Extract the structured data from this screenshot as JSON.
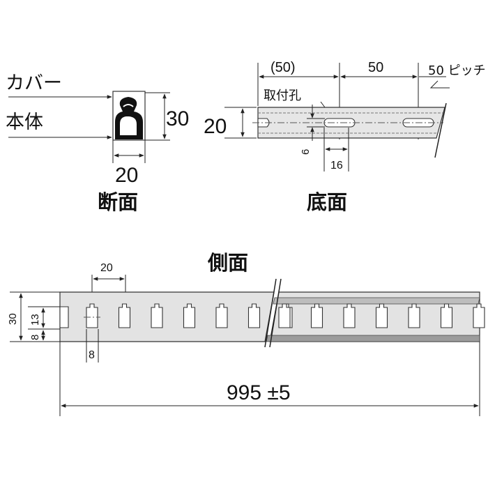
{
  "cross_section": {
    "label_cover": "カバー",
    "label_body": "本体",
    "dim_height": "30",
    "dim_width": "20",
    "title": "断面"
  },
  "bottom_view": {
    "dim_first_pitch": "(50)",
    "dim_pitch": "50",
    "dim_pitch_label": "50 ピッチ",
    "label_hole": "取付孔",
    "dim_width": "20",
    "dim_hole_width": "6",
    "dim_hole_length": "16",
    "title": "底面"
  },
  "side_view": {
    "title": "側面",
    "dim_slot_pitch": "20",
    "dim_height": "30",
    "dim_slot_height": "13",
    "dim_bottom": "8",
    "dim_slot_width": "8",
    "dim_length": "995 ±5",
    "slot_count_left": 7,
    "slot_count_right": 7
  }
}
